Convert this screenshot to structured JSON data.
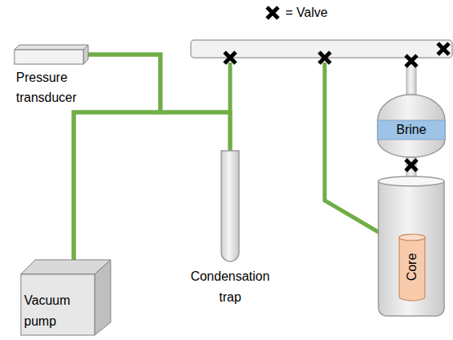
{
  "diagram": {
    "nodes": [
      {
        "text": [
          "Pressure transducer"
        ]
      },
      {
        "text": [
          "Brine"
        ]
      },
      {
        "text": [
          "Condensation trap"
        ]
      },
      {
        "text": [
          "Core"
        ]
      },
      {
        "text": [
          "Vacuum pump"
        ]
      }
    ],
    "edges": [
      {
        "from": 0,
        "to": 4,
        "arrow": "none"
      },
      {
        "from": 0,
        "to": 2,
        "arrow": "none"
      },
      {
        "from": 4,
        "to": 2,
        "arrow": "none"
      }
    ],
    "legend": [
      {
        "text": "= Valve"
      }
    ]
  }
}
